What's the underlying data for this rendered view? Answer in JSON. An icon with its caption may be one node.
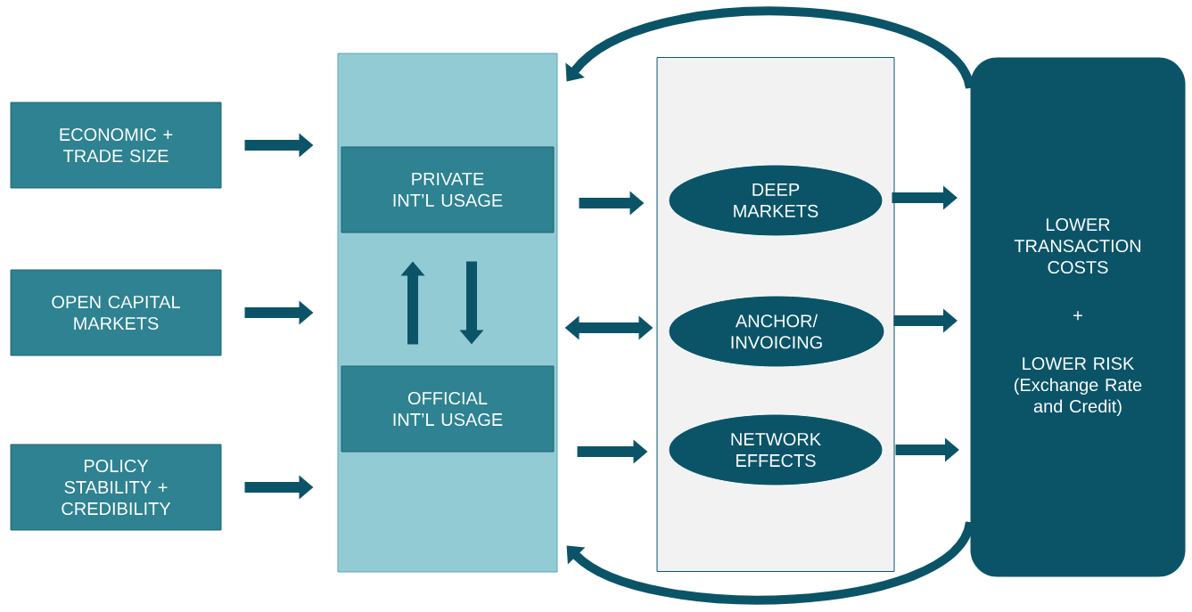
{
  "diagram": {
    "nodes": [
      {
        "text": [
          "ECONOMIC + TRADE SIZE"
        ]
      },
      {
        "text": [
          "OPEN CAPITAL MARKETS"
        ]
      },
      {
        "text": [
          "POLICY STABILITY + CREDIBILITY"
        ]
      },
      {
        "text": [],
        "shape": "box"
      },
      {
        "text": [
          "PRIVATE INT’L USAGE"
        ],
        "in": 3
      },
      {
        "text": [
          "OFFICIAL INT’L USAGE"
        ],
        "in": 3
      },
      {
        "text": [],
        "shape": "box"
      },
      {
        "text": [
          "DEEP MARKETS"
        ],
        "in": 6
      },
      {
        "text": [
          "ANCHOR/ INVOICING"
        ],
        "in": 6
      },
      {
        "text": [
          "NETWORK EFFECTS"
        ],
        "in": 6
      },
      {
        "text": [
          "LOWER TRANSACTION COSTS",
          "+",
          "LOWER RISK (Exchange Rate and Credit)"
        ]
      }
    ],
    "edges": [
      {
        "from": 0,
        "to": 3,
        "arrow": "to"
      },
      {
        "from": 1,
        "to": 3,
        "arrow": "to"
      },
      {
        "from": 2,
        "to": 3,
        "arrow": "to"
      },
      {
        "from": 4,
        "to": 6,
        "arrow": "to"
      },
      {
        "from": 3,
        "to": 6,
        "arrow": "both"
      },
      {
        "from": 5,
        "to": 6,
        "arrow": "to"
      },
      {
        "from": 5,
        "to": 4,
        "arrow": "to"
      },
      {
        "from": 4,
        "to": 5,
        "arrow": "to"
      },
      {
        "from": 7,
        "to": 10,
        "arrow": "to"
      },
      {
        "from": 8,
        "to": 10,
        "arrow": "to"
      },
      {
        "from": 9,
        "to": 10,
        "arrow": "to"
      },
      {
        "from": 10,
        "to": 3,
        "arrow": "to"
      },
      {
        "from": 10,
        "to": 3,
        "arrow": "to"
      }
    ]
  }
}
